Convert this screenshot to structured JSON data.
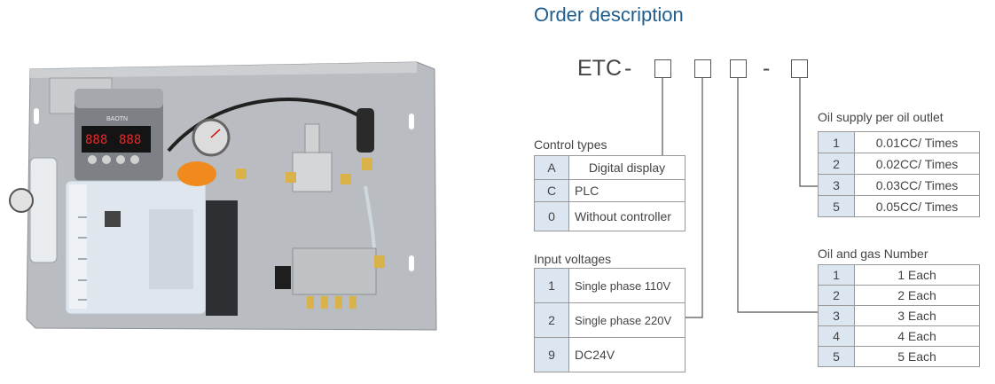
{
  "heading": "Order description",
  "code": {
    "prefix": "ETC",
    "separator_1": "-",
    "separator_2": "-"
  },
  "control_types": {
    "caption": "Control types",
    "rows": [
      {
        "code": "A",
        "label": "Digital display"
      },
      {
        "code": "C",
        "label": "PLC"
      },
      {
        "code": "0",
        "label": "Without controller"
      }
    ]
  },
  "input_voltages": {
    "caption": "Input voltages",
    "rows": [
      {
        "code": "1",
        "label": "Single phase 110V"
      },
      {
        "code": "2",
        "label": "Single phase 220V"
      },
      {
        "code": "9",
        "label": "DC24V"
      }
    ]
  },
  "oil_supply": {
    "caption": "Oil supply per oil outlet",
    "rows": [
      {
        "code": "1",
        "label": "0.01CC/ Times"
      },
      {
        "code": "2",
        "label": "0.02CC/ Times"
      },
      {
        "code": "3",
        "label": "0.03CC/ Times"
      },
      {
        "code": "5",
        "label": "0.05CC/ Times"
      }
    ]
  },
  "oil_gas_number": {
    "caption": "Oil and gas Number",
    "rows": [
      {
        "code": "1",
        "label": "1 Each"
      },
      {
        "code": "2",
        "label": "2 Each"
      },
      {
        "code": "3",
        "label": "3 Each"
      },
      {
        "code": "4",
        "label": "4 Each"
      },
      {
        "code": "5",
        "label": "5 Each"
      }
    ]
  },
  "product_image": {
    "display_digits_1": "888",
    "display_digits_2": "888",
    "brand": "BAOTN",
    "colors": {
      "panel": "#b9bcc0",
      "pump_head": "#7d8186",
      "reservoir": "#dfe6ee",
      "cap": "#f08a1c",
      "display": "#141414",
      "digit": "#e02a2a"
    }
  },
  "colors": {
    "heading": "#1f5e8f",
    "code_cell": "#dce6f1",
    "border": "#999999",
    "connector": "#555555"
  }
}
